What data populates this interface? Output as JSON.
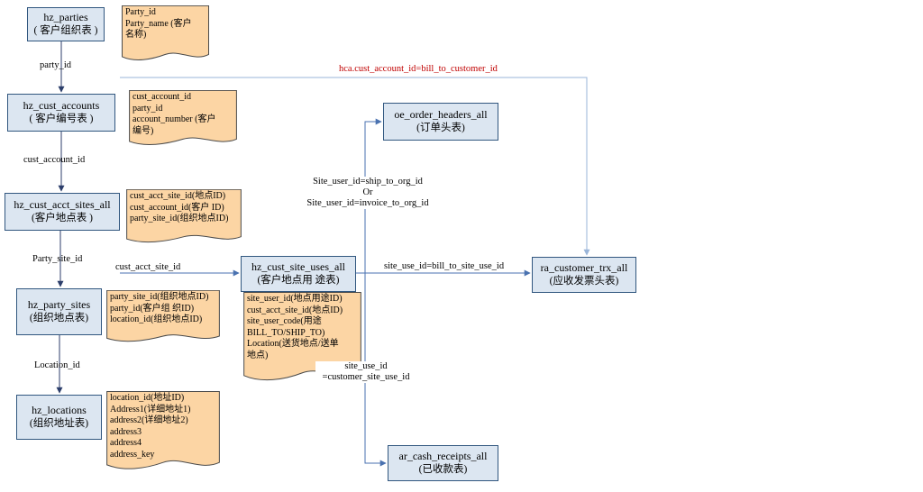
{
  "colors": {
    "box_fill": "#dce6f1",
    "box_border": "#31577f",
    "note_fill": "#fcd5a4",
    "note_border": "#4a4a4a",
    "connector": "#4a72b0",
    "connector_dark": "#2c3e6b",
    "connector_light": "#9ab5d9",
    "red_label": "#c00000"
  },
  "boxes": [
    {
      "title": "hz_parties",
      "subtitle": "(  客户组织表 )"
    },
    {
      "title": "hz_cust_accounts",
      "subtitle": "(  客户编号表 )"
    },
    {
      "title": "hz_cust_acct_sites_all",
      "subtitle": "(客户地点表  )"
    },
    {
      "title": "hz_party_sites",
      "subtitle": "(组织地点表)"
    },
    {
      "title": "hz_locations",
      "subtitle": "(组织地址表)"
    },
    {
      "title": "hz_cust_site_uses_all",
      "subtitle": "(客户地点用  途表)"
    },
    {
      "title": "oe_order_headers_all",
      "subtitle": "(订单头表)"
    },
    {
      "title": "ra_customer_trx_all",
      "subtitle": "(应收发票头表)"
    },
    {
      "title": "ar_cash_receipts_all",
      "subtitle": "(已收款表)"
    }
  ],
  "notes": [
    {
      "text": "Party_id\nParty_name (客户\n名称)"
    },
    {
      "text": "cust_account_id\nparty_id\naccount_number (客户\n编号)"
    },
    {
      "text": "cust_acct_site_id(地点ID)\ncust_account_id(客户  ID)\nparty_site_id(组织地点ID)"
    },
    {
      "text": "party_site_id(组织地点ID)\nparty_id(客户组  织ID)\nlocation_id(组织地点ID)"
    },
    {
      "text": "site_user_id(地点用途ID)\ncust_acct_site_id(地点ID)\nsite_user_code(用途\nBILL_TO/SHIP_TO)\nLocation(送货地点/送单\n地点)"
    },
    {
      "text": "location_id(地址ID)\nAddress1(详细地址1)\naddress2(详细地址2)\naddress3\naddress4\naddress_key"
    }
  ],
  "labels": {
    "party_id": "party_id",
    "cust_account_id": "cust_account_id",
    "party_site_id": "Party_site_id",
    "location_id": "Location_id",
    "cust_acct_site_id": "cust_acct_site_id",
    "site_use_bill": "site_use_id=bill_to_site_use_id",
    "ship_or_invoice": "Site_user_id=ship_to_org_id\nOr\nSite_user_id=invoice_to_org_id",
    "hca_red": "hca.cust_account_id=bill_to_customer_id",
    "customer_site_use": "site_use_id\n=customer_site_use_id"
  }
}
